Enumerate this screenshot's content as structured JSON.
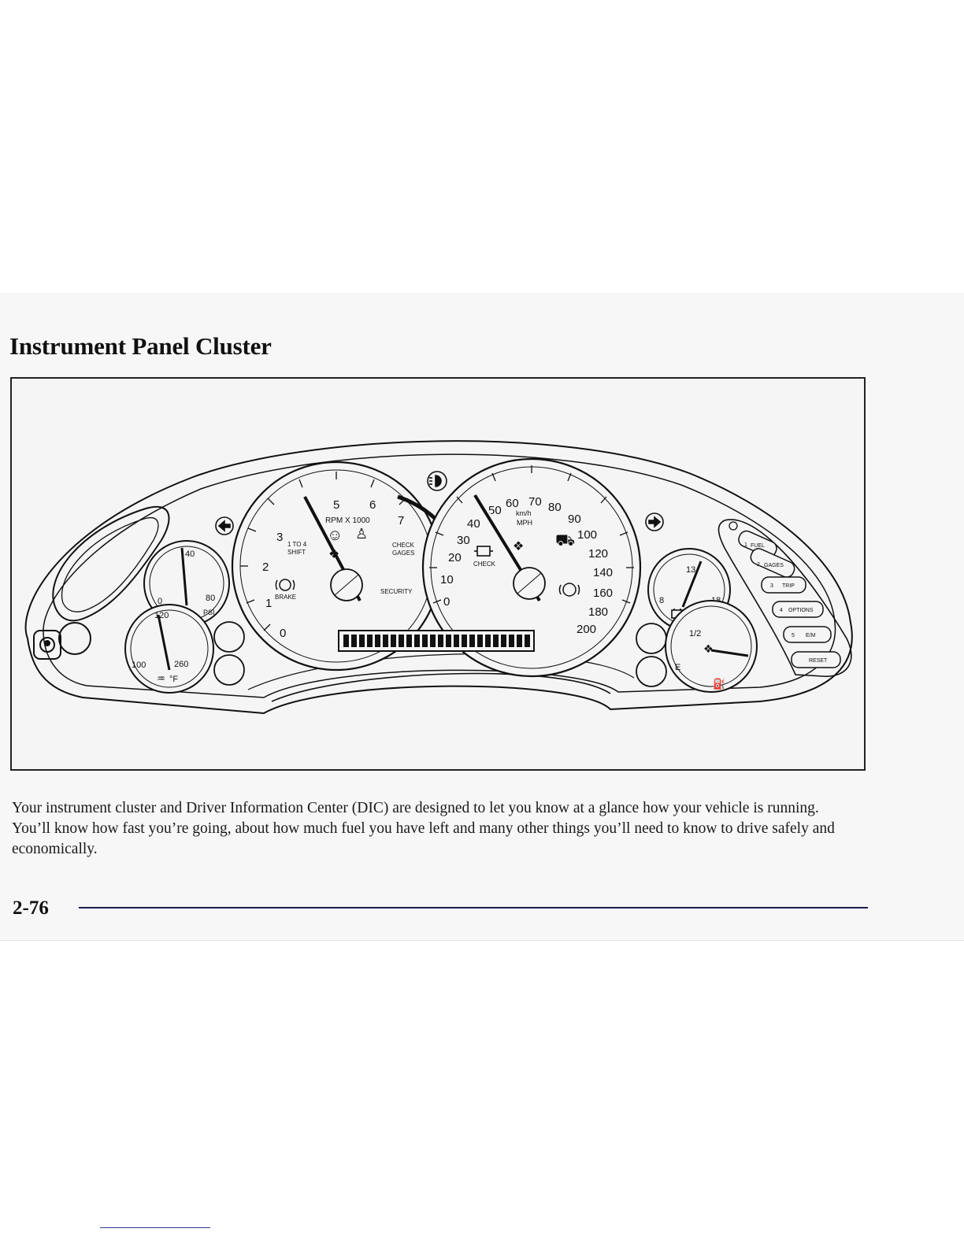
{
  "page": {
    "title": "Instrument Panel Cluster",
    "body": "Your instrument cluster and Driver Information Center (DIC) are designed to let you know at a glance how your vehicle is running. You’ll know how fast you’re going, about how much fuel you have left and many other things you’ll need to know to drive safely and economically.",
    "page_number": "2-76"
  },
  "figure": {
    "tachometer": {
      "ticks": [
        "0",
        "1",
        "2",
        "3",
        "5",
        "6",
        "7"
      ],
      "label": "RPM X 1000",
      "shift_label_1": "1 TO 4",
      "shift_label_2": "SHIFT",
      "brake_label": "BRAKE",
      "check_label_1": "CHECK",
      "check_label_2": "GAGES",
      "security_label": "SECURITY"
    },
    "speedometer": {
      "mph_ticks": [
        "0",
        "10",
        "20",
        "30",
        "40",
        "50",
        "60",
        "70",
        "80",
        "90",
        "100",
        "120",
        "140",
        "160",
        "180",
        "200"
      ],
      "unit_kmh": "km/h",
      "unit_mph": "MPH",
      "check_label": "CHECK"
    },
    "oil_gauge": {
      "tick_low": "0",
      "tick_top": "40",
      "tick_high": "80",
      "unit": "PSI"
    },
    "coolant_gauge": {
      "tick_low": "100",
      "tick_top": "120",
      "tick_high": "260",
      "unit": "°F"
    },
    "voltmeter": {
      "tick_low": "8",
      "tick_top": "13",
      "tick_high": "18"
    },
    "fuel_gauge": {
      "tick_half": "1/2",
      "tick_empty": "E"
    },
    "dic_buttons": [
      {
        "number": "1",
        "label": "FUEL"
      },
      {
        "number": "2",
        "label": "GAGES"
      },
      {
        "number": "3",
        "label": "TRIP"
      },
      {
        "number": "4",
        "label": "OPTIONS"
      },
      {
        "number": "5",
        "label": "E/M"
      }
    ],
    "reset_label": "RESET"
  }
}
